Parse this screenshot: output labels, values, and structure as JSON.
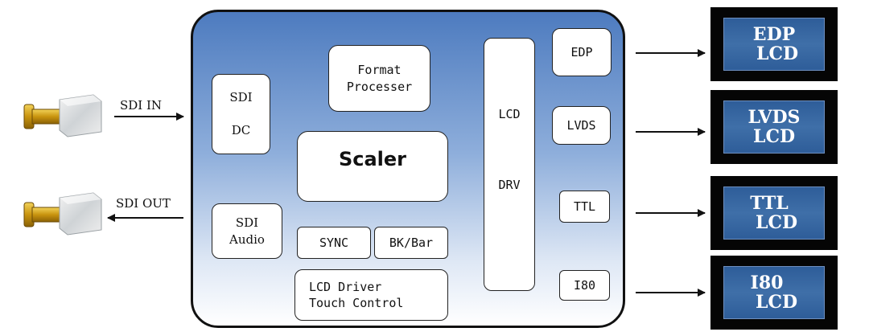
{
  "inputs": {
    "sdi_in": "SDI IN",
    "sdi_out": "SDI OUT"
  },
  "board": {
    "sdi_dc": [
      "SDI",
      "DC"
    ],
    "sdi_audio": [
      "SDI",
      "Audio"
    ],
    "format_processer": [
      "Format",
      "Processer"
    ],
    "scaler": "Scaler",
    "sync": "SYNC",
    "bk_bar": "BK/Bar",
    "lcd_driver": [
      "LCD Driver",
      "Touch Control"
    ],
    "lcd_drv": [
      "LCD",
      "DRV"
    ],
    "edp": "EDP",
    "lvds": "LVDS",
    "ttl": "TTL",
    "i80": "I80"
  },
  "outputs": [
    {
      "line1": "EDP",
      "line2": "LCD"
    },
    {
      "line1": "LVDS",
      "line2": "LCD"
    },
    {
      "line1": "TTL",
      "line2": "LCD"
    },
    {
      "line1": "I80",
      "line2": "LCD"
    }
  ],
  "colors": {
    "board_top": "#4d7bbf",
    "board_bottom": "#ffffff",
    "lcd_panel": "#3f6fa8",
    "connector_gold": "#d4a21a"
  },
  "icons": [
    "bnc-connector-icon"
  ]
}
